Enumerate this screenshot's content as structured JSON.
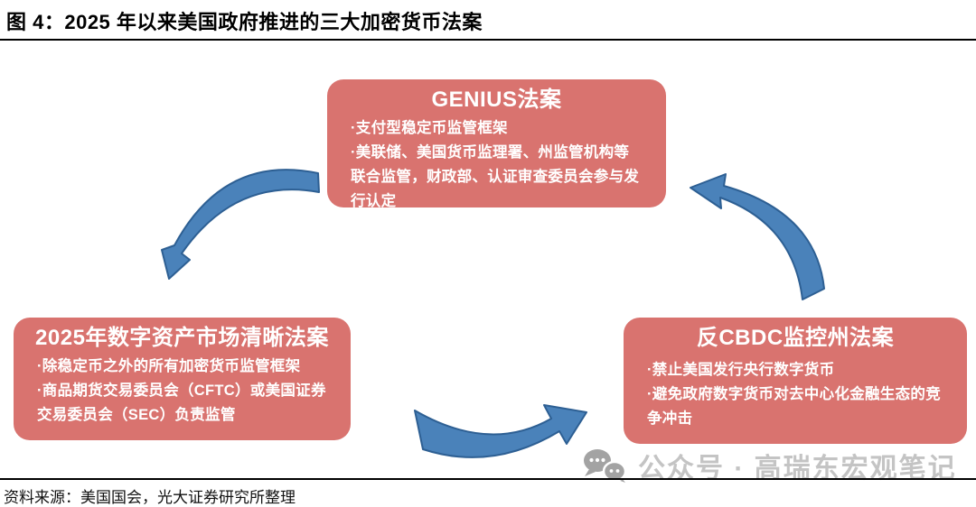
{
  "figure": {
    "title": "图 4：2025 年以来美国政府推进的三大加密货币法案",
    "source": "资料来源：美国国会，光大证券研究所整理"
  },
  "boxes": {
    "top": {
      "title": "GENIUS法案",
      "bullets": [
        "·支付型稳定币监管框架",
        "·美联储、美国货币监理署、州监管机构等联合监管，财政部、认证审查委员会参与发行认定"
      ]
    },
    "bottom_left": {
      "title": "2025年数字资产市场清晰法案",
      "bullets": [
        "·除稳定币之外的所有加密货币监管框架",
        "·商品期货交易委员会（CFTC）或美国证券交易委员会（SEC）负责监管"
      ]
    },
    "bottom_right": {
      "title": "反CBDC监控州法案",
      "bullets": [
        "·禁止美国发行央行数字货币",
        "·避免政府数字货币对去中心化金融生态的竞争冲击"
      ]
    }
  },
  "watermark": {
    "icon": "wechat-icon",
    "text": "公众号 · 高瑞东宏观笔记"
  },
  "colors": {
    "box_fill": "#d9736f",
    "arrow_fill": "#4a82ba",
    "arrow_stroke": "#2d5f93",
    "watermark_text": "#c4c4c4",
    "watermark_icon": "#a3a3a3",
    "rule_color": "#000000"
  }
}
